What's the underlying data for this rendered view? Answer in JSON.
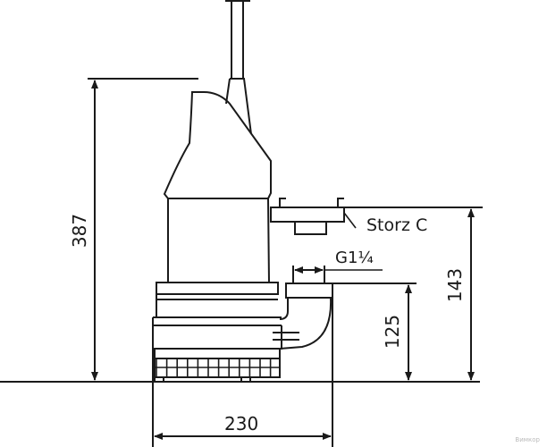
{
  "drawing": {
    "dimensions": {
      "overall_height": "387",
      "storz_height": "143",
      "outlet_height": "125",
      "width": "230",
      "thread": "G1¼"
    },
    "callouts": {
      "storz": "Storz C"
    },
    "watermark": "Вимкор",
    "line_color": "#1a1a1a"
  }
}
